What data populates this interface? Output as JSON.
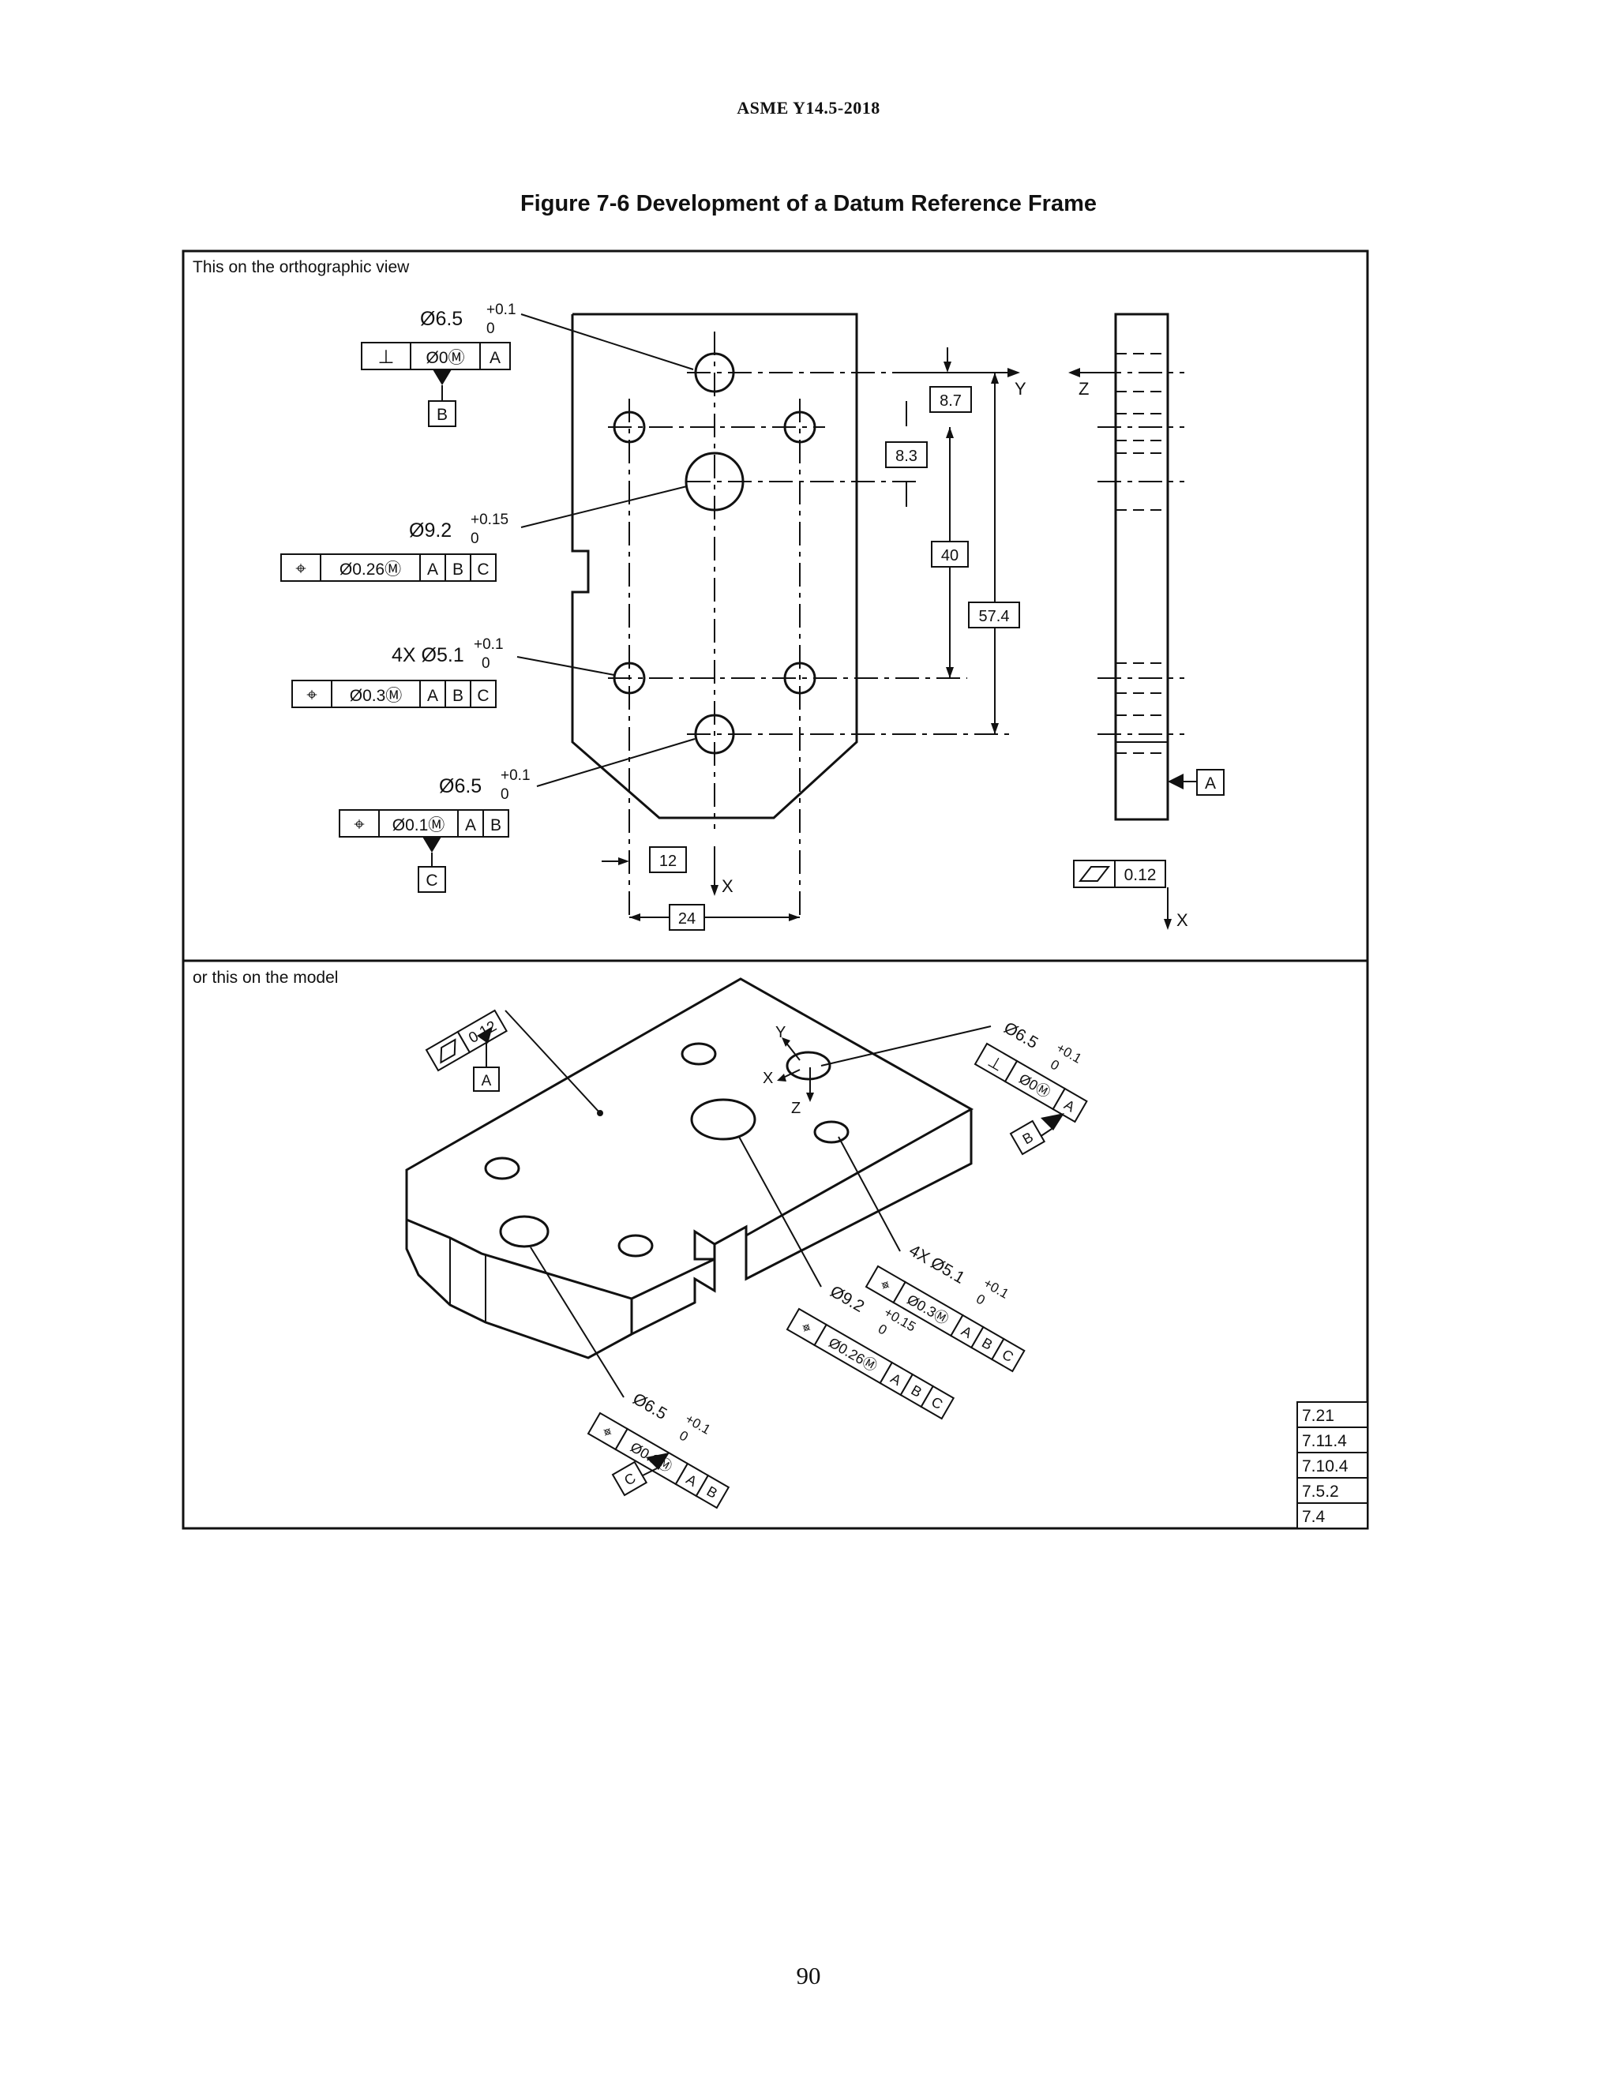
{
  "header": "ASME Y14.5-2018",
  "figure_title": "Figure 7-6 Development of a Datum Reference Frame",
  "page_number": "90",
  "ortho": {
    "caption": "This on the orthographic view",
    "top_hole": {
      "size": "Ø6.5",
      "tol_upper": "+0.1",
      "tol_lower": "0",
      "frame": [
        "⊥",
        "Ø0Ⓜ",
        "A"
      ],
      "datum": "B"
    },
    "mid_hole": {
      "size": "Ø9.2",
      "tol_upper": "+0.15",
      "tol_lower": "0",
      "frame": [
        "⌖",
        "Ø0.26Ⓜ",
        "A",
        "B",
        "C"
      ]
    },
    "four_holes": {
      "size": "4X Ø5.1",
      "tol_upper": "+0.1",
      "tol_lower": "0",
      "frame": [
        "⌖",
        "Ø0.3Ⓜ",
        "A",
        "B",
        "C"
      ]
    },
    "bottom_hole": {
      "size": "Ø6.5",
      "tol_upper": "+0.1",
      "tol_lower": "0",
      "frame": [
        "⌖",
        "Ø0.1Ⓜ",
        "A",
        "B"
      ],
      "datum": "C"
    },
    "dims": {
      "d1": "8.7",
      "d2": "8.3",
      "d3": "40",
      "d4": "57.4",
      "d5": "12",
      "d6": "24"
    },
    "axes": {
      "y": "Y",
      "z": "Z",
      "x1": "X",
      "x2": "X"
    },
    "side": {
      "datum": "A",
      "flatness_value": "0.12"
    }
  },
  "model": {
    "caption": "or this on the model",
    "flatness": {
      "value": "0.12",
      "datum": "A"
    },
    "axes": {
      "y": "Y",
      "x": "X",
      "z": "Z"
    },
    "top_hole": {
      "size": "Ø6.5",
      "tol_upper": "+0.1",
      "tol_lower": "0",
      "frame": [
        "⊥",
        "Ø0Ⓜ",
        "A"
      ],
      "datum": "B"
    },
    "four_holes": {
      "size": "4X Ø5.1",
      "tol_upper": "+0.1",
      "tol_lower": "0",
      "frame": [
        "⌖",
        "Ø0.3Ⓜ",
        "A",
        "B",
        "C"
      ]
    },
    "mid_hole": {
      "size": "Ø9.2",
      "tol_upper": "+0.15",
      "tol_lower": "0",
      "frame": [
        "⌖",
        "Ø0.26Ⓜ",
        "A",
        "B",
        "C"
      ]
    },
    "bottom_hole": {
      "size": "Ø6.5",
      "tol_upper": "+0.1",
      "tol_lower": "0",
      "frame": [
        "⌖",
        "Ø0.1Ⓜ",
        "A",
        "B"
      ],
      "datum": "C"
    }
  },
  "references": [
    "7.21",
    "7.11.4",
    "7.10.4",
    "7.5.2",
    "7.4"
  ]
}
